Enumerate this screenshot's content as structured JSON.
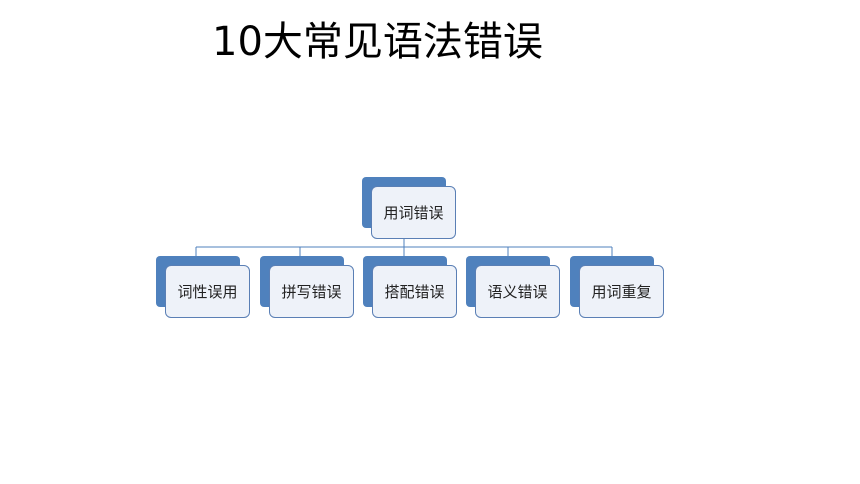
{
  "title": "10大常见语法错误",
  "colors": {
    "accent": "#4f81bd",
    "box_fill": "#eef2f9",
    "box_border": "#5a7fb5",
    "line": "#4f81bd"
  },
  "root": {
    "label": "用词错误"
  },
  "children": [
    {
      "label": "词性误用"
    },
    {
      "label": "拼写错误"
    },
    {
      "label": "搭配错误"
    },
    {
      "label": "语义错误"
    },
    {
      "label": "用词重复"
    }
  ]
}
